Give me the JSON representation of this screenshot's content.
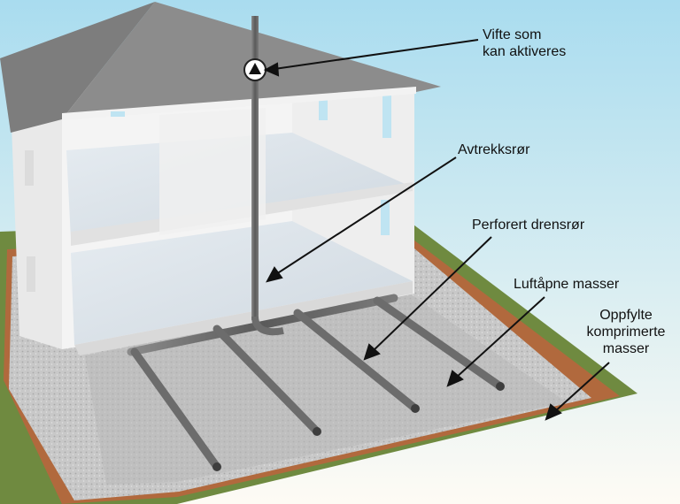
{
  "labels": {
    "fan": "Vifte som\nkan aktiveres",
    "exhaust_pipe": "Avtrekksrør",
    "perforated_drain": "Perforert drensrør",
    "permeable_masses": "Luftåpne masser",
    "compacted_fill": "Oppfylte\nkomprimerte\nmasser"
  },
  "colors": {
    "sky_top": "#a9dcef",
    "sky_bottom": "#fefbf4",
    "grass": "#6f8a40",
    "soil": "#b1693d",
    "gravel": "#c9c9c9",
    "pipe": "#6c6c6c",
    "roof": "#7d7d7d",
    "wall": "#f6f6f6",
    "floor": "#d7dfe6"
  },
  "icons": {
    "fan": "fan-triangle-icon"
  }
}
